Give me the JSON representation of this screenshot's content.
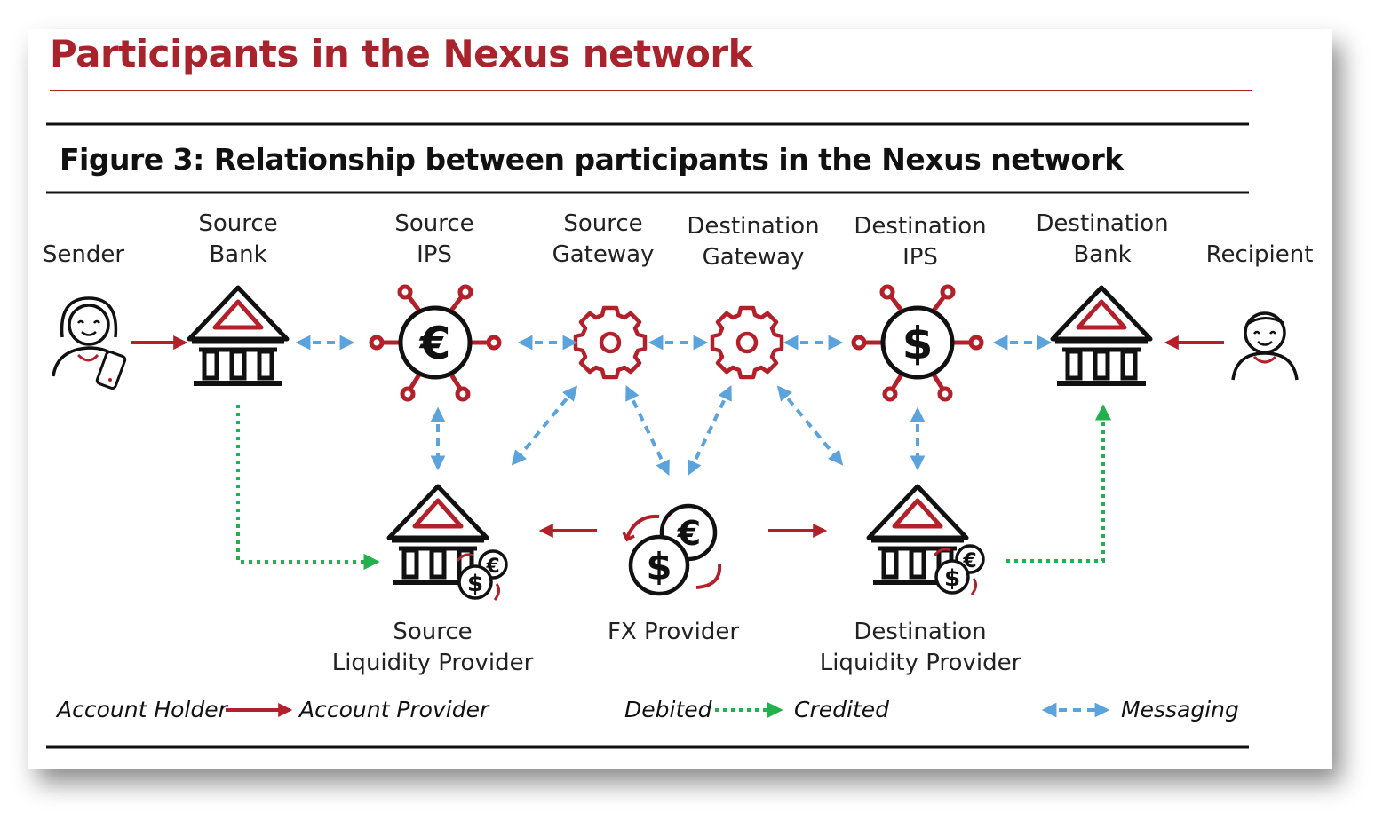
{
  "title": "Participants in the Nexus network",
  "figure_title": "Figure 3: Relationship between participants in the Nexus network",
  "participants": {
    "sender": "Sender",
    "source_bank": [
      "Source",
      "Bank"
    ],
    "source_ips": [
      "Source",
      "IPS"
    ],
    "source_gateway": [
      "Source",
      "Gateway"
    ],
    "destination_gateway": [
      "Destination",
      "Gateway"
    ],
    "destination_ips": [
      "Destination",
      "IPS"
    ],
    "destination_bank": [
      "Destination",
      "Bank"
    ],
    "recipient": "Recipient",
    "source_lp": [
      "Source",
      "Liquidity Provider"
    ],
    "fx_provider": "FX Provider",
    "destination_lp": [
      "Destination",
      "Liquidity Provider"
    ]
  },
  "legend": {
    "account_holder": "Account Holder",
    "account_provider": "Account Provider",
    "debited": "Debited",
    "credited": "Credited",
    "messaging": "Messaging"
  },
  "colors": {
    "brand_red": "#a8232b",
    "messaging_blue": "#5ba3dc",
    "credit_green": "#22b14c"
  },
  "icons": {
    "sender": "person-with-phone-icon",
    "recipient": "person-icon",
    "bank": "bank-icon",
    "ips": "currency-hub-icon",
    "gateway": "gear-icon",
    "liquidity_provider": "bank-with-coins-icon",
    "fx_provider": "currency-exchange-icon"
  }
}
